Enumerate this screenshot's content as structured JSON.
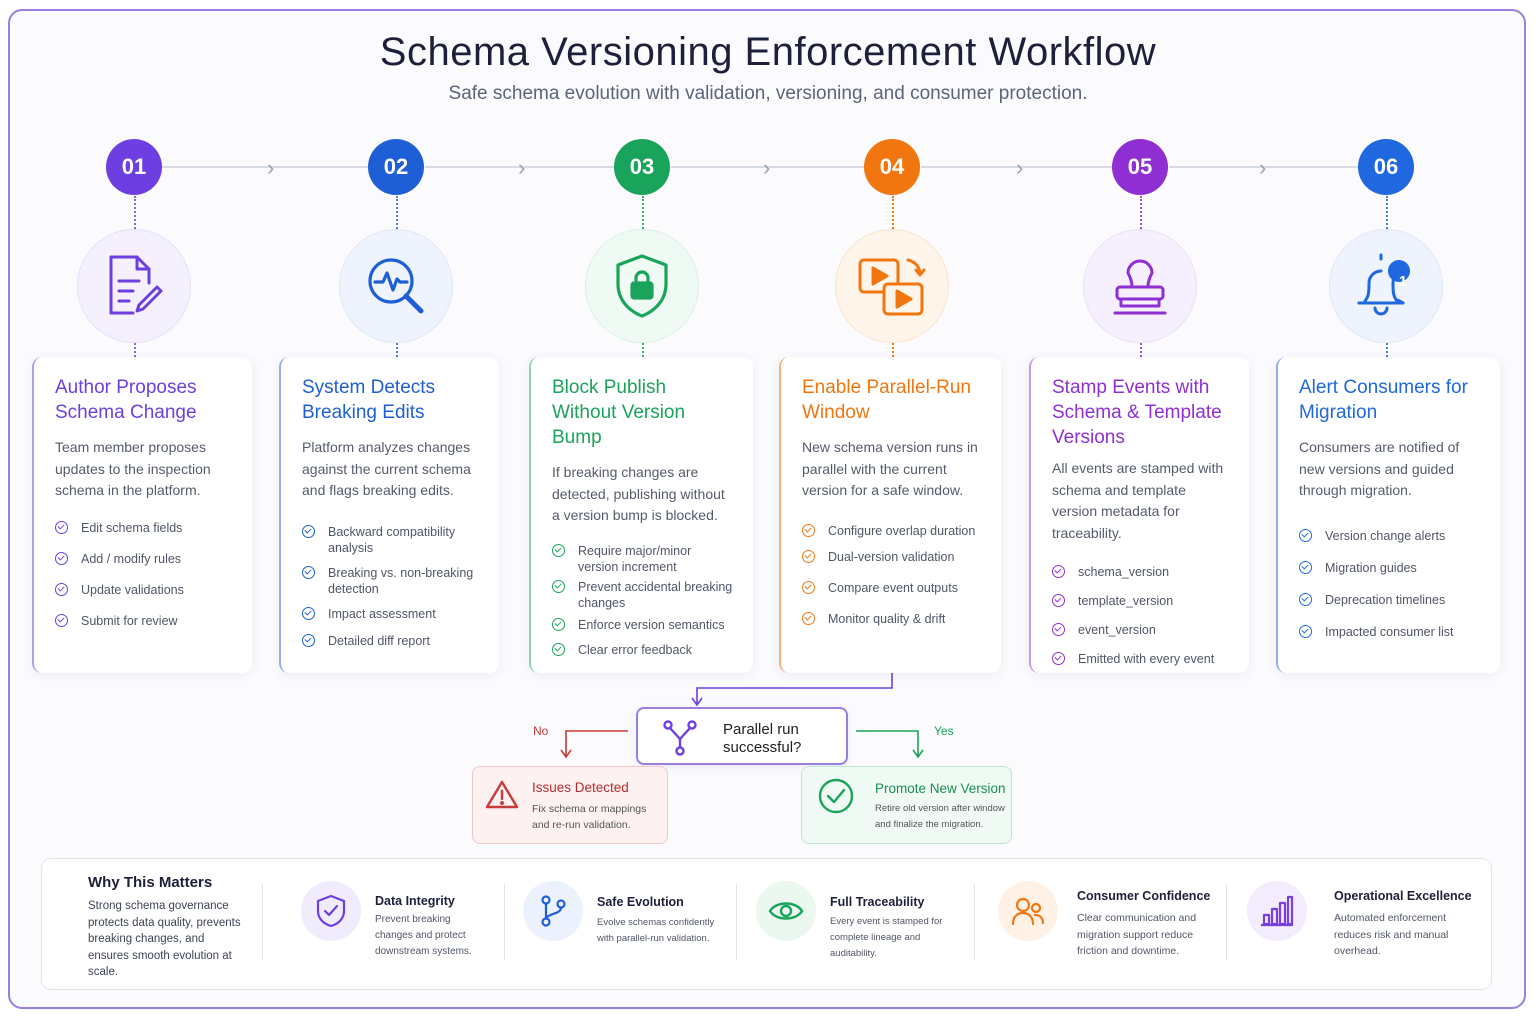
{
  "title": "Schema Versioning Enforcement Workflow",
  "subtitle": "Safe schema evolution with validation, versioning, and consumer protection.",
  "colors": {
    "step1": "#6d3fe0",
    "step2": "#1f5fd6",
    "step3": "#1aa35a",
    "step4": "#f2760f",
    "step5": "#8f2fd3",
    "step6": "#1f68e0",
    "no": "#c93a3a",
    "yes": "#1aa35a"
  },
  "steps": [
    {
      "number": "01",
      "icon": "document-edit-icon",
      "title": "Author Proposes Schema Change",
      "description": "Team member proposes updates to the inspection schema in the platform.",
      "items": [
        "Edit schema fields",
        "Add / modify rules",
        "Update validations",
        "Submit for review"
      ]
    },
    {
      "number": "02",
      "icon": "magnifier-pulse-icon",
      "title": "System Detects Breaking Edits",
      "description": "Platform analyzes changes against the current schema and flags breaking edits.",
      "items": [
        "Backward compatibility analysis",
        "Breaking vs. non-breaking detection",
        "Impact assessment",
        "Detailed diff report"
      ]
    },
    {
      "number": "03",
      "icon": "shield-lock-icon",
      "title": "Block Publish Without Version Bump",
      "description": "If breaking changes are detected, publishing without a version bump is blocked.",
      "items": [
        "Require major/minor version increment",
        "Prevent accidental breaking changes",
        "Enforce version semantics",
        "Clear error feedback"
      ]
    },
    {
      "number": "04",
      "icon": "parallel-play-icon",
      "title": "Enable Parallel-Run Window",
      "description": "New schema version runs in parallel with the current version for a safe window.",
      "items": [
        "Configure overlap duration",
        "Dual-version validation",
        "Compare event outputs",
        "Monitor quality & drift"
      ]
    },
    {
      "number": "05",
      "icon": "stamp-icon",
      "title": "Stamp Events with Schema & Template Versions",
      "description": "All events are stamped with schema and template version metadata for traceability.",
      "items": [
        "schema_version",
        "template_version",
        "event_version",
        "Emitted with every event"
      ]
    },
    {
      "number": "06",
      "icon": "bell-notification-icon",
      "badge": "1",
      "title": "Alert Consumers for Migration",
      "description": "Consumers are notified of new versions and guided through migration.",
      "items": [
        "Version change alerts",
        "Migration guides",
        "Deprecation timelines",
        "Impacted consumer list"
      ]
    }
  ],
  "decision": {
    "icon": "branch-icon",
    "question": "Parallel run successful?",
    "no_label": "No",
    "yes_label": "Yes",
    "no_outcome": {
      "icon": "warning-icon",
      "title": "Issues Detected",
      "description": "Fix schema or mappings and re-run validation."
    },
    "yes_outcome": {
      "icon": "check-circle-icon",
      "title": "Promote New Version",
      "description": "Retire old version after window and finalize the migration."
    }
  },
  "why": {
    "title": "Why This Matters",
    "description": "Strong schema governance protects data quality, prevents breaking changes, and ensures smooth evolution at scale.",
    "benefits": [
      {
        "icon": "shield-check-icon",
        "title": "Data Integrity",
        "description": "Prevent breaking changes and protect downstream systems."
      },
      {
        "icon": "git-branch-icon",
        "title": "Safe Evolution",
        "description": "Evolve schemas confidently with parallel-run validation."
      },
      {
        "icon": "eye-icon",
        "title": "Full Traceability",
        "description": "Every event is stamped for complete lineage and auditability."
      },
      {
        "icon": "users-icon",
        "title": "Consumer Confidence",
        "description": "Clear communication and migration support reduce friction and downtime."
      },
      {
        "icon": "bar-chart-icon",
        "title": "Operational Excellence",
        "description": "Automated enforcement reduces risk and manual overhead."
      }
    ]
  }
}
